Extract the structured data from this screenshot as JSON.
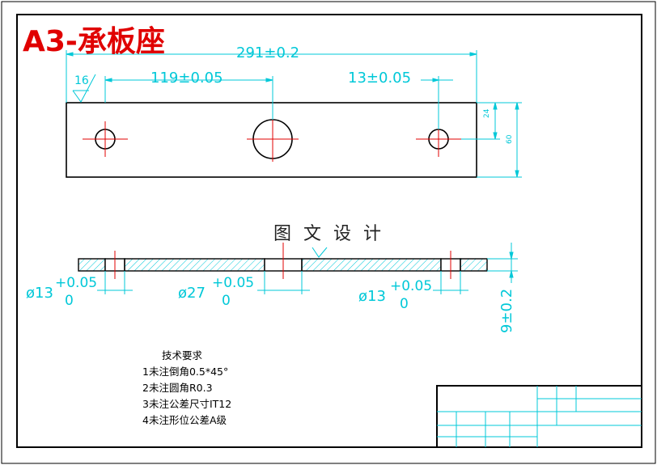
{
  "sheet_title": "A3-承板座",
  "watermark": "图 文 设 计",
  "dimensions": {
    "overall_length": "291±0.2",
    "hole_spacing": "119±0.05",
    "edge_offset": "13±0.05",
    "roughness": "16",
    "height_small": "24",
    "height_large": "60",
    "thickness": "9±0.2",
    "dia_small_left": {
      "base": "ø13",
      "upper": "+0.05",
      "lower": "0"
    },
    "dia_center": {
      "base": "ø27",
      "upper": "+0.05",
      "lower": "0"
    },
    "dia_small_right": {
      "base": "ø13",
      "upper": "+0.05",
      "lower": "0"
    }
  },
  "tech_notes": {
    "title": "技术要求",
    "items": [
      "1未注倒角0.5*45°",
      "2未注圆角R0.3",
      "3未注公差尺寸IT12",
      "4未注形位公差A级"
    ]
  },
  "colors": {
    "dimension": "#00c8d8",
    "centerline": "#e00000",
    "outline": "#000000",
    "hatch": "#00c8d8"
  }
}
